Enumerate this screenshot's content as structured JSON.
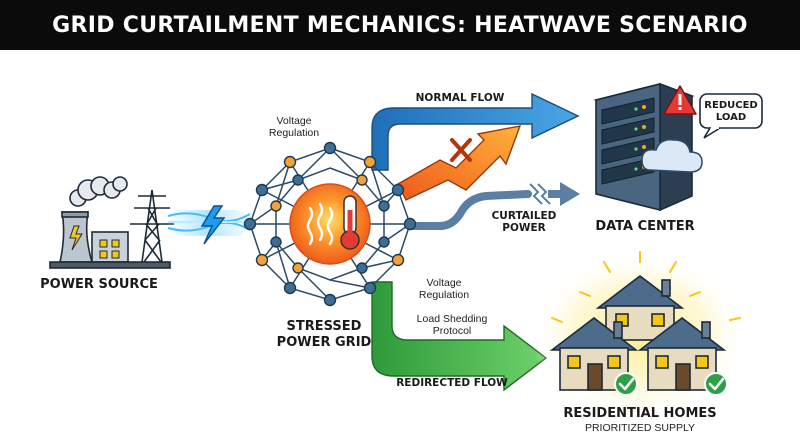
{
  "title": "GRID CURTAILMENT MECHANICS: HEATWAVE SCENARIO",
  "labels": {
    "power_source": "POWER SOURCE",
    "grid_line1": "STRESSED",
    "grid_line2": "POWER GRID",
    "voltage_top_line1": "Voltage",
    "voltage_top_line2": "Regulation",
    "voltage_right_line1": "Voltage",
    "voltage_right_line2": "Regulation",
    "load_shedding_line1": "Load Shedding",
    "load_shedding_line2": "Protocol",
    "data_center": "DATA CENTER",
    "reduced_load_line1": "REDUCED",
    "reduced_load_line2": "LOAD",
    "residential_title": "RESIDENTIAL HOMES",
    "residential_sub": "PRIORITIZED SUPPLY"
  },
  "flows": {
    "normal": "NORMAL FLOW",
    "curtailed_line1": "CURTAILED",
    "curtailed_line2": "POWER",
    "redirected": "REDIRECTED FLOW"
  },
  "icons": [
    "power-plant-icon",
    "transmission-tower-icon",
    "lightning-icon",
    "thermometer-icon",
    "heat-waves-icon",
    "server-rack-icon",
    "warning-icon",
    "cloud-icon",
    "house-icon",
    "checkmark-icon",
    "blocked-x-icon"
  ],
  "colors": {
    "normal_flow": "#2f82c9",
    "curtailed_flow": "#5a7fa3",
    "redirected_flow": "#3fae3f",
    "blocked_flow": "#f06a1a",
    "heat": "#f26a1b",
    "warning": "#e53935",
    "node_blue": "#3f6e95",
    "node_orange": "#f4a233",
    "check_green": "#2e9e47"
  }
}
